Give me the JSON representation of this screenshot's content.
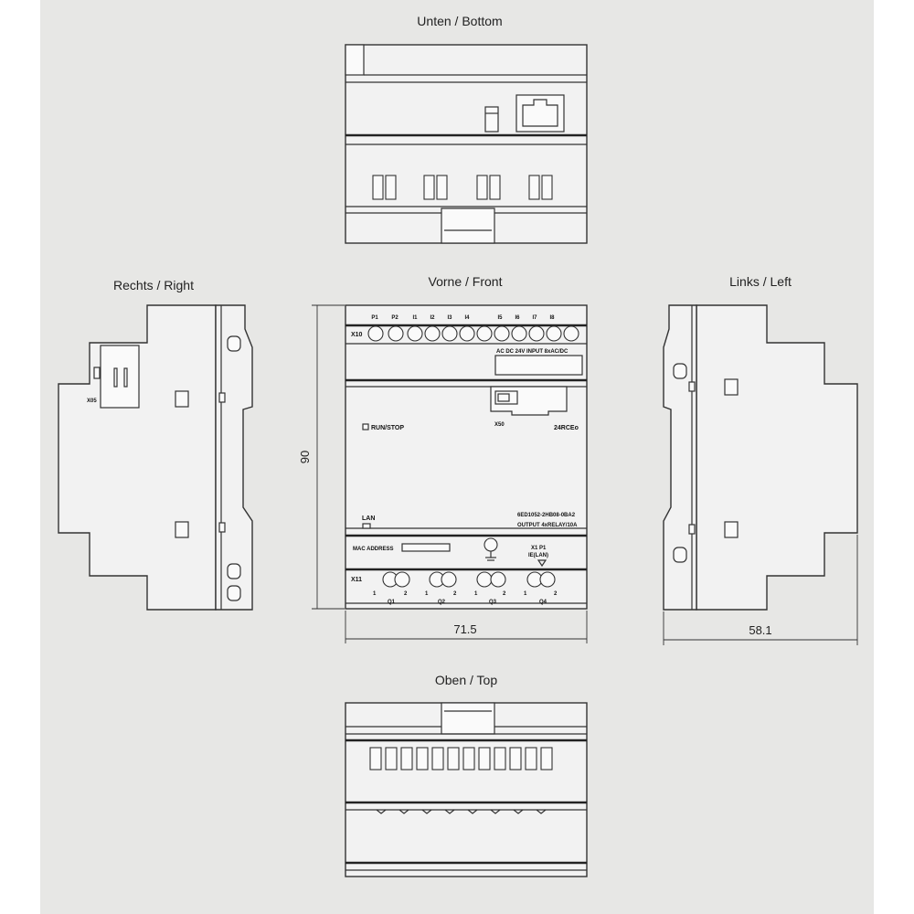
{
  "views": {
    "bottom": "Unten / Bottom",
    "right": "Rechts / Right",
    "front": "Vorne / Front",
    "left": "Links / Left",
    "top": "Oben / Top"
  },
  "dimensions": {
    "height": "90",
    "width": "71.5",
    "depth": "58.1"
  },
  "front_labels": {
    "x10": "X10",
    "inputs": [
      "P1",
      "P2",
      "I1",
      "I2",
      "I3",
      "I4",
      "I5",
      "I6",
      "I7",
      "I8"
    ],
    "input_rating": "AC DC 24V INPUT 8xAC/DC",
    "x50": "X50",
    "run_stop": "RUN/STOP",
    "model": "24RCEo",
    "lan": "LAN",
    "order_number": "6ED1052-2HB08-0BA2",
    "output_rating": "OUTPUT 4xRELAY/10A",
    "mac": "MAC ADDRESS",
    "x1p1": "X1 P1",
    "ie_lan": "IE(LAN)",
    "x11": "X11",
    "outputs": [
      "Q1",
      "Q2",
      "Q3",
      "Q4"
    ],
    "contact_1": "1",
    "contact_2": "2"
  },
  "side_labels": {
    "x05": "X05"
  }
}
